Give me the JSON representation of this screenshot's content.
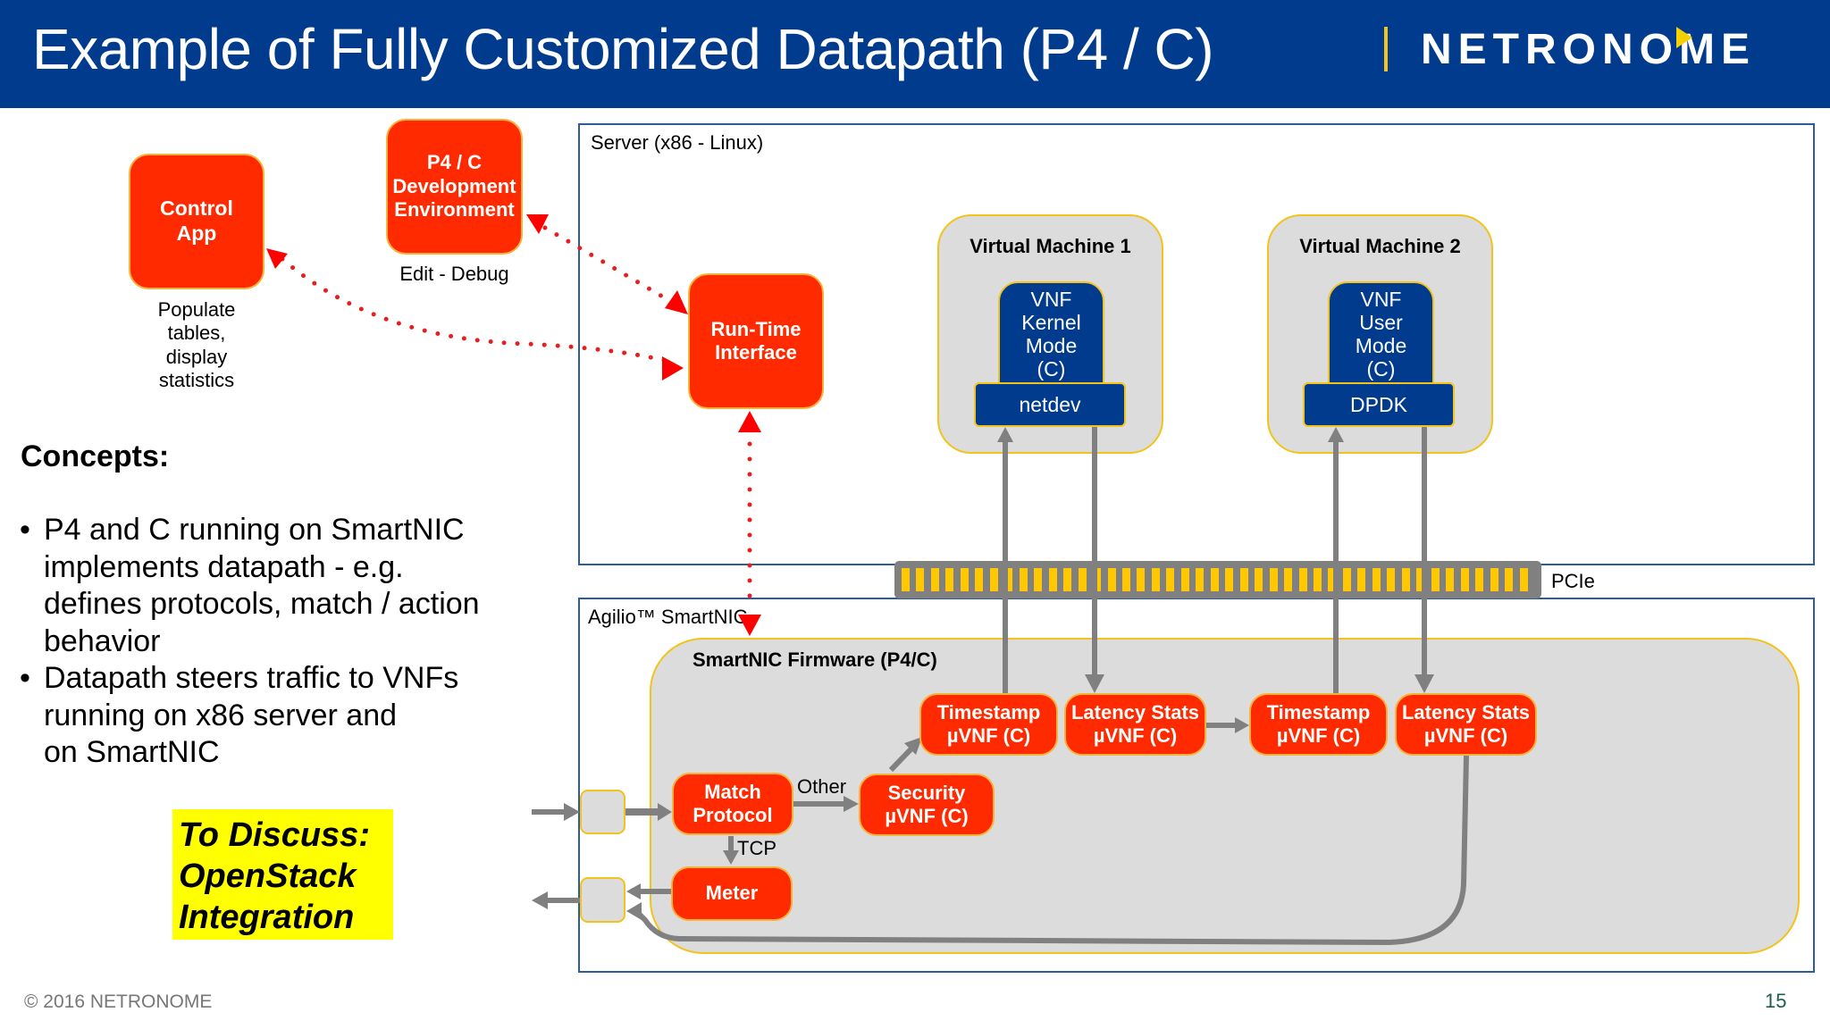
{
  "header": {
    "title": "Example of Fully Customized Datapath (P4 / C)",
    "logo_text": "NETRONOME",
    "background_color": "#003b8e",
    "accent_color": "#f2c31b"
  },
  "external": {
    "control_app": {
      "label_line1": "Control",
      "label_line2": "App",
      "caption": [
        "Populate",
        "tables,",
        "display",
        "statistics"
      ]
    },
    "dev_env": {
      "label_line1": "P4 / C",
      "label_line2": "Development",
      "label_line3": "Environment",
      "caption": "Edit - Debug"
    }
  },
  "server": {
    "label": "Server (x86 - Linux)",
    "runtime_interface": {
      "line1": "Run-Time",
      "line2": "Interface"
    },
    "vms": [
      {
        "title": "Virtual Machine 1",
        "vnf_lines": [
          "VNF",
          "Kernel",
          "Mode",
          "(C)"
        ],
        "driver": "netdev"
      },
      {
        "title": "Virtual Machine 2",
        "vnf_lines": [
          "VNF",
          "User",
          "Mode",
          "(C)"
        ],
        "driver": "DPDK"
      }
    ]
  },
  "bus": {
    "label": "PCIe"
  },
  "smartnic": {
    "label": "Agilio™ SmartNIC",
    "firmware_label": "SmartNIC Firmware (P4/C)",
    "blocks": {
      "match": {
        "line1": "Match",
        "line2": "Protocol"
      },
      "security": {
        "line1": "Security",
        "line2": "µVNF (C)"
      },
      "meter": {
        "line1": "Meter"
      },
      "timestamp1": {
        "line1": "Timestamp",
        "line2": "µVNF (C)"
      },
      "latency1": {
        "line1": "Latency Stats",
        "line2": "µVNF (C)"
      },
      "timestamp2": {
        "line1": "Timestamp",
        "line2": "µVNF (C)"
      },
      "latency2": {
        "line1": "Latency Stats",
        "line2": "µVNF (C)"
      }
    },
    "edge_labels": {
      "other": "Other",
      "tcp": "TCP"
    }
  },
  "concepts": {
    "title": "Concepts:",
    "bullets": [
      [
        "P4 and C running on SmartNIC",
        "implements datapath - e.g.",
        "defines protocols, match / action",
        "behavior"
      ],
      [
        "Datapath steers traffic to VNFs",
        "running on x86 server and",
        "on SmartNIC"
      ]
    ]
  },
  "discuss": {
    "lines": [
      "To Discuss:",
      "OpenStack",
      "Integration"
    ]
  },
  "footer": {
    "copyright": "© 2016 NETRONOME",
    "page_number": "15"
  }
}
